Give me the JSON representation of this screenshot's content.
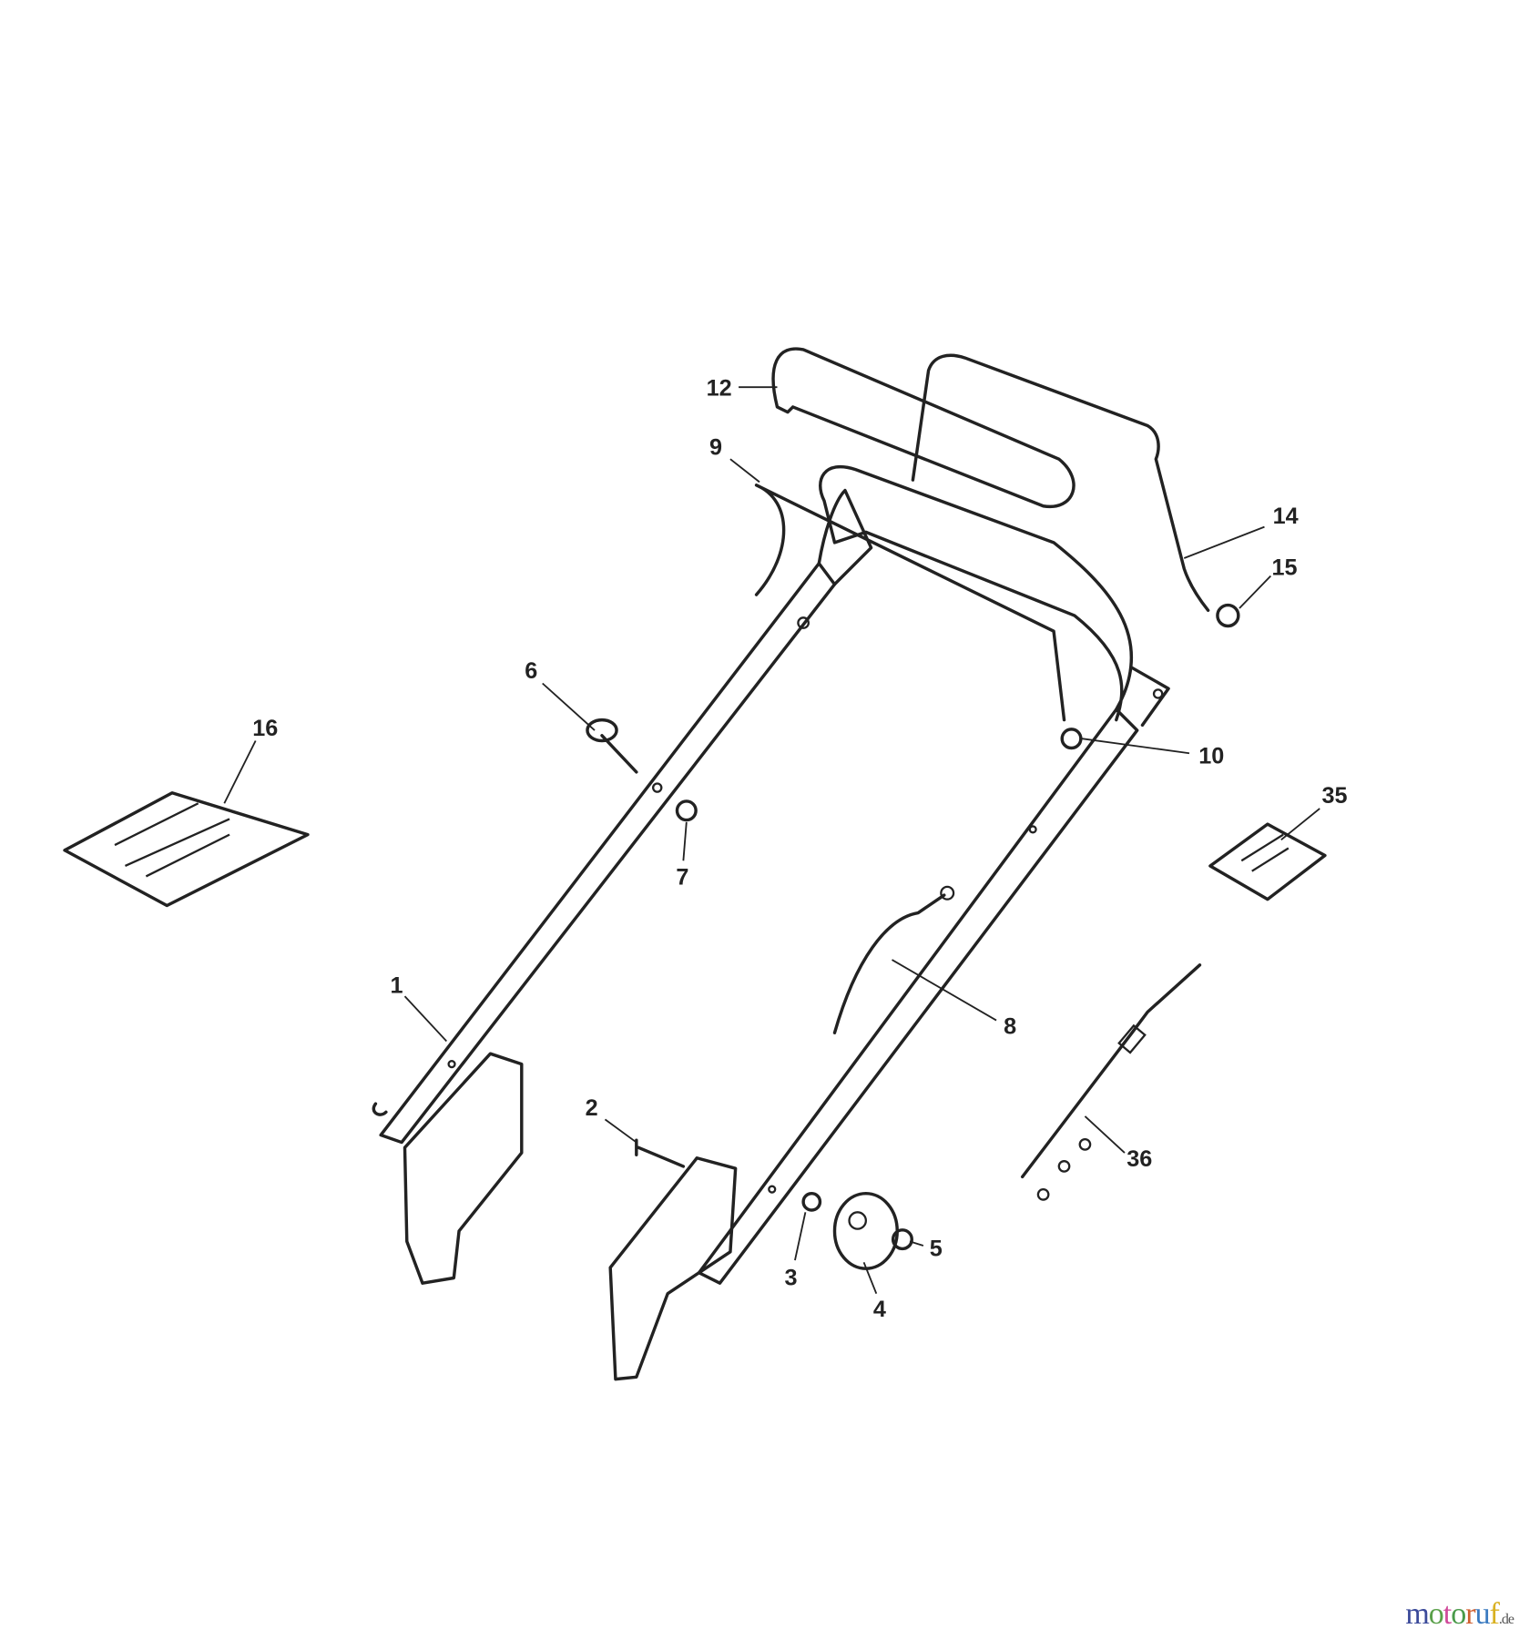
{
  "diagram": {
    "callouts": [
      "1",
      "2",
      "3",
      "4",
      "5",
      "6",
      "7",
      "8",
      "9",
      "10",
      "12",
      "14",
      "15",
      "16",
      "35",
      "36"
    ]
  },
  "logo": {
    "text": "motoruf",
    "suffix": ".de",
    "colors": [
      "#3b4a9a",
      "#5aa04a",
      "#d04a9a",
      "#4a9a4a",
      "#d06030",
      "#3a7ac0",
      "#d8b020"
    ]
  }
}
